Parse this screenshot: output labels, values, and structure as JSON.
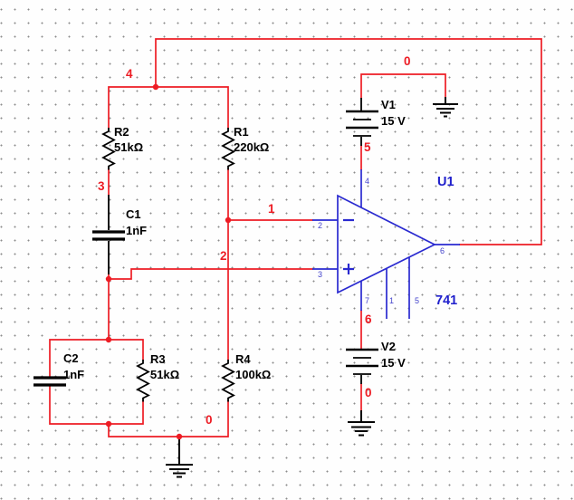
{
  "schematic": {
    "components": {
      "r1": {
        "ref": "R1",
        "value": "220kΩ"
      },
      "r2": {
        "ref": "R2",
        "value": "51kΩ"
      },
      "r3": {
        "ref": "R3",
        "value": "51kΩ"
      },
      "r4": {
        "ref": "R4",
        "value": "100kΩ"
      },
      "c1": {
        "ref": "C1",
        "value": "1nF"
      },
      "c2": {
        "ref": "C2",
        "value": "1nF"
      },
      "v1": {
        "ref": "V1",
        "value": "15 V"
      },
      "v2": {
        "ref": "V2",
        "value": "15 V"
      },
      "u1": {
        "ref": "U1",
        "part": "741"
      }
    },
    "net_labels": {
      "n4": "4",
      "n3": "3",
      "n1": "1",
      "n2": "2",
      "n5": "5",
      "n6": "6",
      "n0_v1_rail": "0",
      "n0_v2_rail": "0",
      "n0_ground_rail": "0"
    },
    "opamp_pins": {
      "inverting_input": "2",
      "noninverting_input": "3",
      "positive_supply": "4",
      "negative_supply": "7",
      "offset_null_1": "1",
      "offset_null_2": "5",
      "output": "6"
    },
    "colors": {
      "wire": "#ed1c24",
      "net_label": "#ed1c24",
      "component_outline": "#000000",
      "opamp_outline": "#2a2ad0",
      "designator_blue": "#2020cc",
      "grid_dot": "#8c8c8c",
      "background": "#fefefe"
    }
  }
}
